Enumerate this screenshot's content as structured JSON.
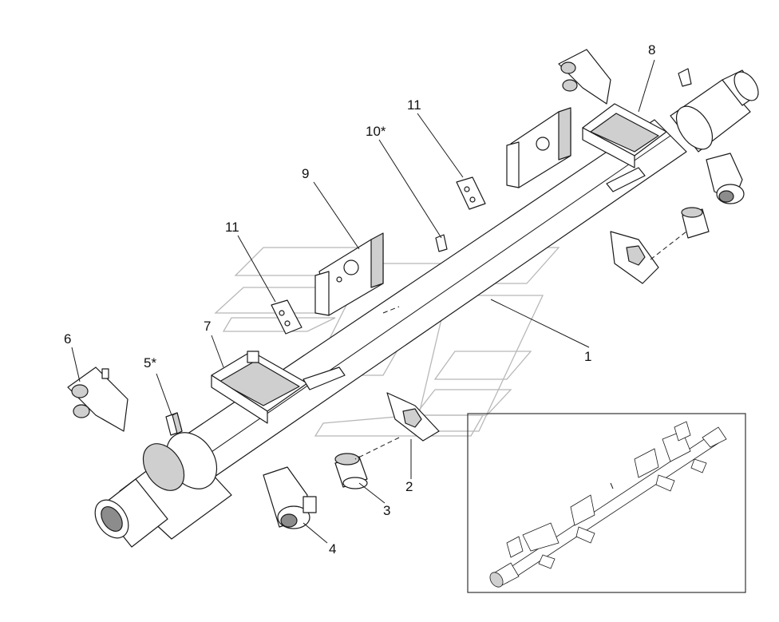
{
  "callouts": {
    "c1": "1",
    "c2": "2",
    "c3": "3",
    "c4": "4",
    "c5": "5*",
    "c6": "6",
    "c7": "7",
    "c8": "8",
    "c9": "9",
    "c10": "10*",
    "c11a": "11",
    "c11b": "11"
  }
}
